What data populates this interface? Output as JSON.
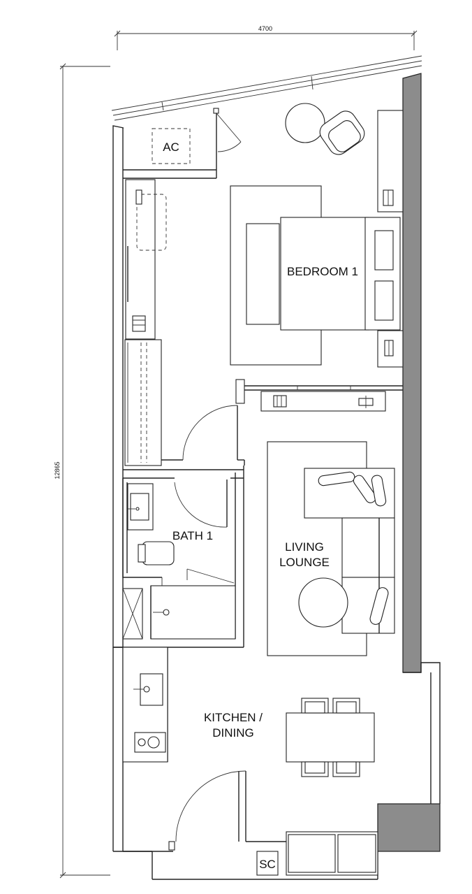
{
  "dimensions": {
    "width_label": "4700",
    "height_label": "12865"
  },
  "rooms": {
    "ac": "AC",
    "bedroom": "BEDROOM 1",
    "bath": "BATH 1",
    "living_line1": "LIVING",
    "living_line2": "LOUNGE",
    "kitchen_line1": "KITCHEN /",
    "kitchen_line2": "DINING",
    "sc": "SC"
  },
  "colors": {
    "wall_fill": "#8c8c8c",
    "line": "#222222"
  }
}
